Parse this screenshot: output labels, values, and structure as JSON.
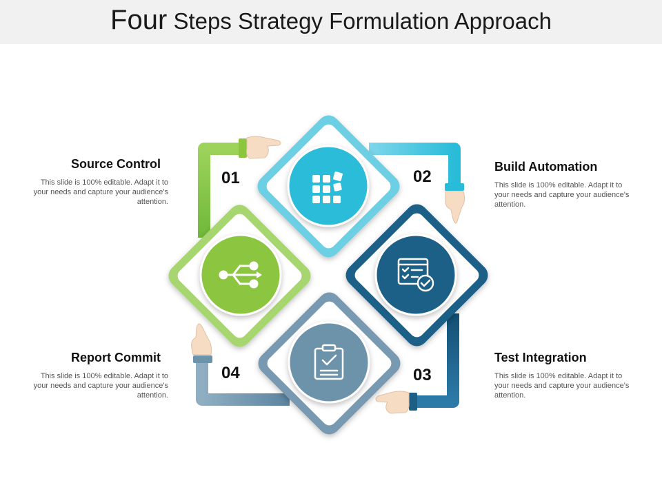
{
  "title": {
    "first_word": "Four",
    "rest": "Steps Strategy Formulation Approach"
  },
  "steps": [
    {
      "number": "01",
      "heading": "Source Control",
      "desc": "This slide is 100% editable. Adapt it to your needs and capture your audience's attention.",
      "color": "#8cc63f",
      "icon": "usb-branch-icon"
    },
    {
      "number": "02",
      "heading": "Build Automation",
      "desc": "This slide is 100% editable. Adapt it to your needs and capture your audience's attention.",
      "color": "#29bcd9",
      "icon": "blocks-grid-icon"
    },
    {
      "number": "03",
      "heading": "Test Integration",
      "desc": "This slide is 100% editable. Adapt it to your needs and capture your audience's attention.",
      "color": "#1b5f87",
      "icon": "checklist-check-icon"
    },
    {
      "number": "04",
      "heading": "Report Commit",
      "desc": "This slide is 100% editable. Adapt it to your needs and capture your audience's attention.",
      "color": "#6d93aa",
      "icon": "clipboard-check-icon"
    }
  ]
}
